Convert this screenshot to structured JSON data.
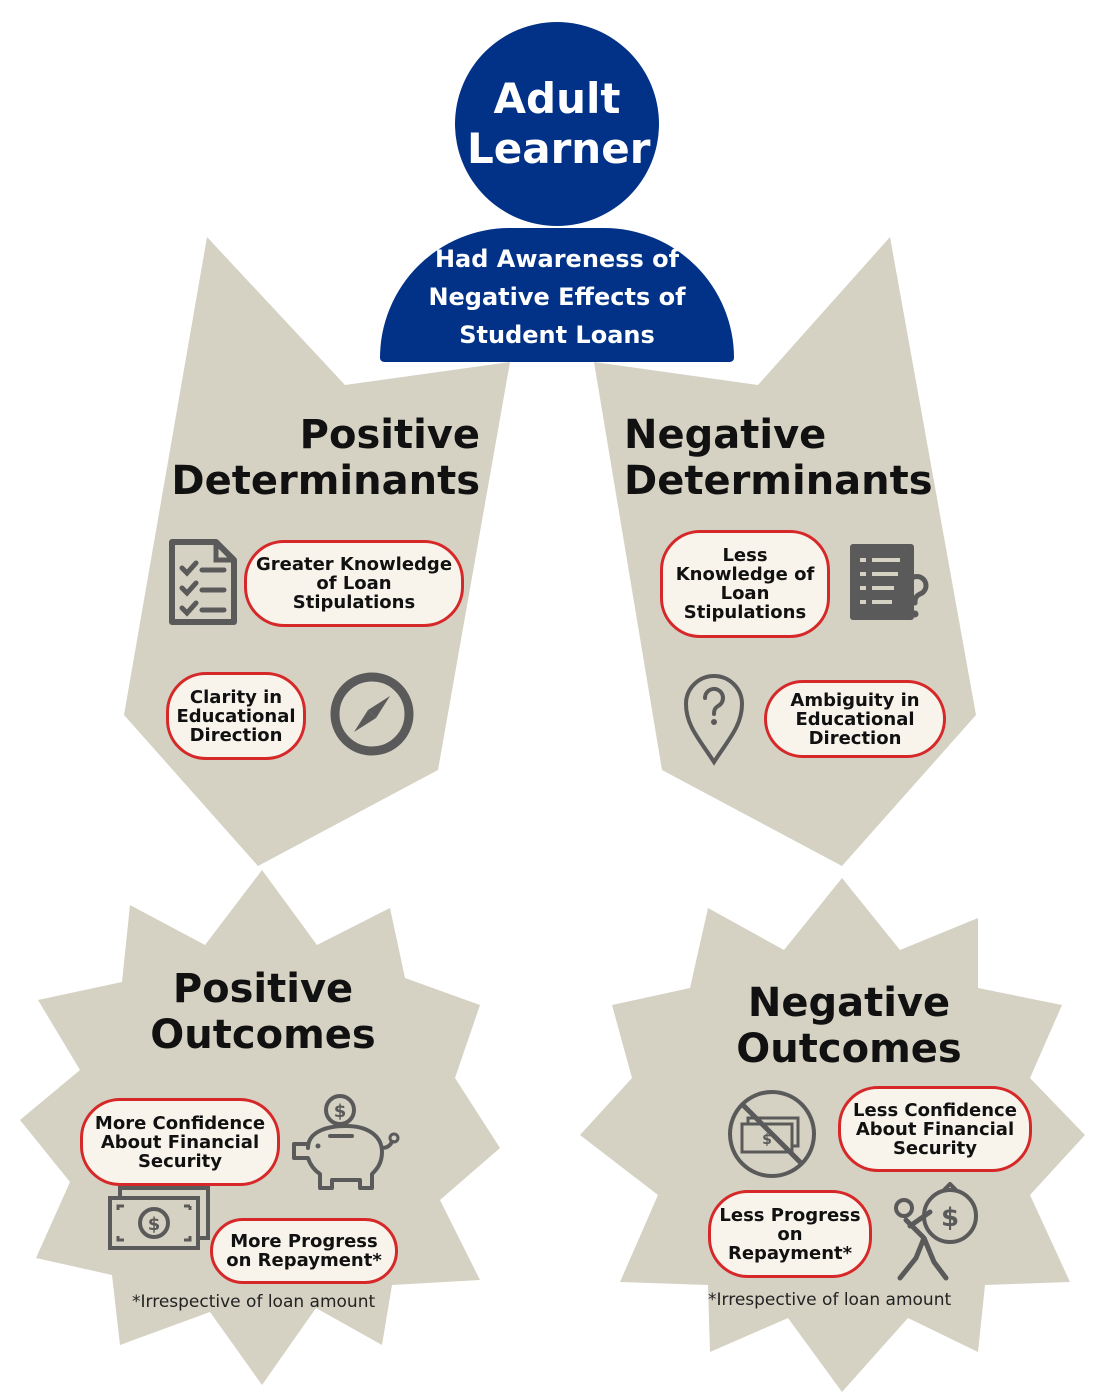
{
  "colors": {
    "navy": "#023288",
    "shape_fill": "#d5d1c3",
    "pill_fill": "#f8f4ec",
    "pill_border": "#d62828",
    "icon_gray": "#5a5a5a"
  },
  "head": {
    "title": "Adult Learner"
  },
  "awareness": {
    "label": "Had Awareness of Negative Effects of Student Loans"
  },
  "positive_determinants": {
    "title": "Positive Determinants",
    "items": [
      {
        "label": "Greater Knowledge of Loan Stipulations",
        "icon": "checklist-icon"
      },
      {
        "label": "Clarity in Educational Direction",
        "icon": "compass-icon"
      }
    ]
  },
  "negative_determinants": {
    "title": "Negative Determinants",
    "items": [
      {
        "label": "Less Knowledge of Loan Stipulations",
        "icon": "document-question-icon"
      },
      {
        "label": "Ambiguity in Educational Direction",
        "icon": "location-question-icon"
      }
    ]
  },
  "positive_outcomes": {
    "title": "Positive Outcomes",
    "items": [
      {
        "label": "More Confidence About Financial Security",
        "icon": "piggy-bank-icon"
      },
      {
        "label": "More Progress on Repayment*",
        "icon": "cash-icon"
      }
    ],
    "note": "*Irrespective of loan amount"
  },
  "negative_outcomes": {
    "title": "Negative Outcomes",
    "items": [
      {
        "label": "Less Confidence About Financial Security",
        "icon": "no-money-icon"
      },
      {
        "label": "Less Progress on Repayment*",
        "icon": "debt-burden-icon"
      }
    ],
    "note": "*Irrespective of loan amount"
  }
}
